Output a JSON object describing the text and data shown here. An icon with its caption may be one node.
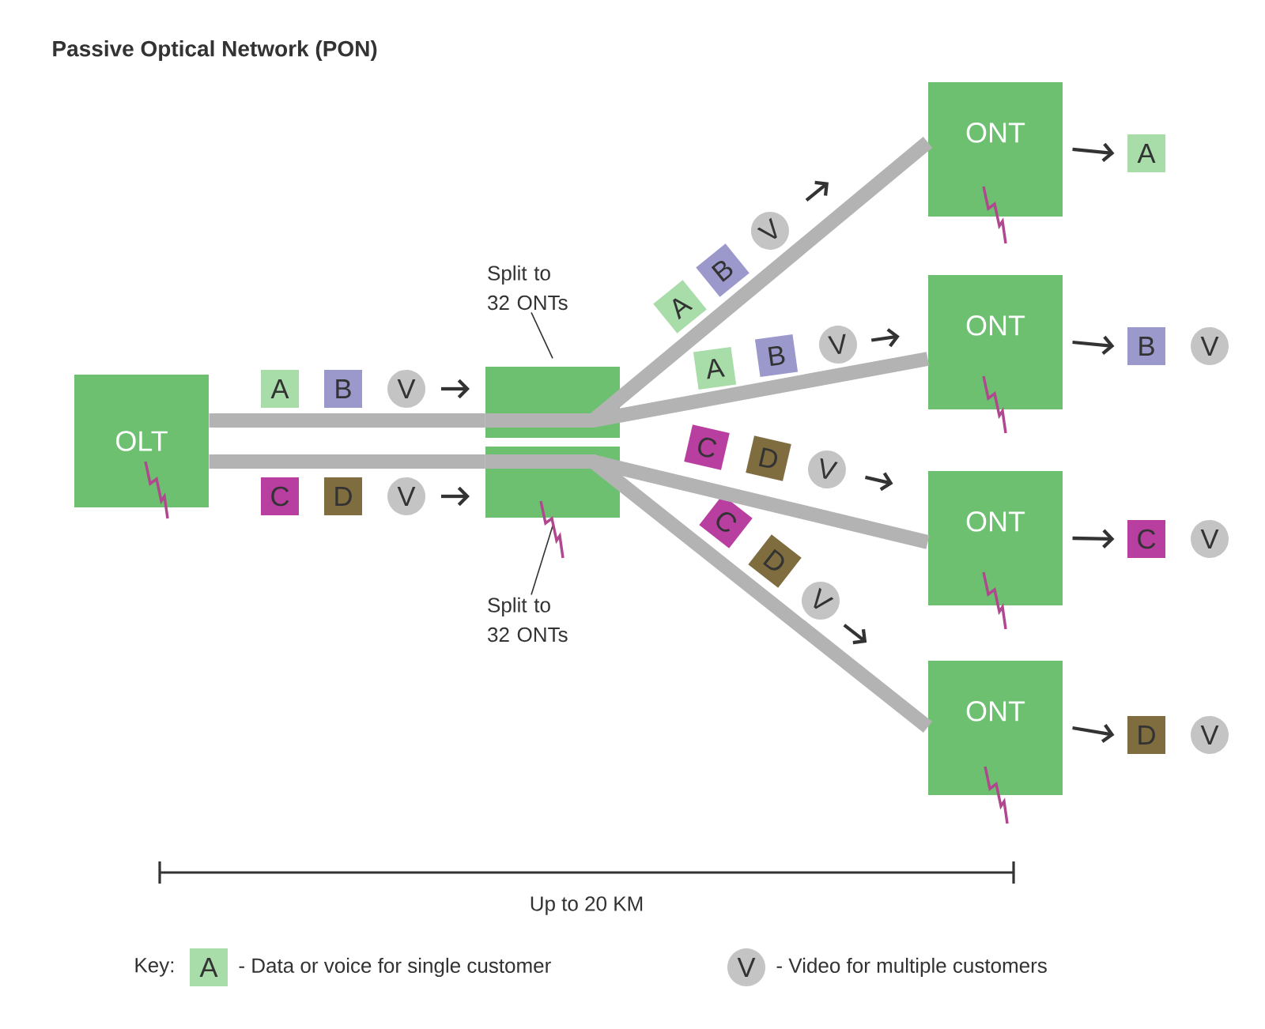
{
  "diagram": {
    "title": "Passive Optical Network (PON)",
    "nodes": [
      {
        "text": [
          "OLT"
        ]
      },
      {
        "text": [
          "Split to 32 ONTs"
        ]
      },
      {
        "text": [],
        "shape": "box"
      },
      {
        "text": [],
        "shape": "box"
      },
      {
        "text": [
          "Split to 32 ONTs"
        ]
      },
      {
        "text": [
          "ONT"
        ]
      },
      {
        "text": [
          "ONT"
        ]
      },
      {
        "text": [
          "ONT"
        ]
      },
      {
        "text": [
          "ONT"
        ]
      },
      {
        "text": [
          "A"
        ]
      },
      {
        "text": [
          "B"
        ]
      },
      {
        "text": [
          "V"
        ]
      },
      {
        "text": [
          "C"
        ]
      },
      {
        "text": [
          "D"
        ]
      },
      {
        "text": [
          "V"
        ]
      },
      {
        "text": [
          "A"
        ]
      },
      {
        "text": [
          "B"
        ]
      },
      {
        "text": [
          "V"
        ]
      },
      {
        "text": [
          "A"
        ]
      },
      {
        "text": [
          "B"
        ]
      },
      {
        "text": [
          "V"
        ]
      },
      {
        "text": [
          "C"
        ]
      },
      {
        "text": [
          "D"
        ]
      },
      {
        "text": [
          "V"
        ]
      },
      {
        "text": [
          "C"
        ]
      },
      {
        "text": [
          "D"
        ]
      },
      {
        "text": [
          "V"
        ]
      },
      {
        "text": [
          "A"
        ]
      },
      {
        "text": [
          "B"
        ]
      },
      {
        "text": [
          "V"
        ]
      },
      {
        "text": [
          "C"
        ]
      },
      {
        "text": [
          "V"
        ]
      },
      {
        "text": [
          "D"
        ]
      },
      {
        "text": [
          "V"
        ]
      }
    ],
    "edges": [
      {
        "from": 0,
        "to": 2,
        "arrow": "none",
        "style": "thick",
        "color": "#b3b3b3"
      },
      {
        "from": 0,
        "to": 3,
        "arrow": "none",
        "style": "thick",
        "color": "#b3b3b3"
      },
      {
        "from": 2,
        "to": 5,
        "arrow": "none",
        "style": "thick",
        "color": "#b3b3b3"
      },
      {
        "from": 2,
        "to": 6,
        "arrow": "none",
        "style": "thick",
        "color": "#b3b3b3"
      },
      {
        "from": 3,
        "to": 7,
        "arrow": "none",
        "style": "thick",
        "color": "#b3b3b3"
      },
      {
        "from": 3,
        "to": 8,
        "arrow": "none",
        "style": "thick",
        "color": "#b3b3b3"
      },
      {
        "from": 1,
        "to": 2,
        "arrow": "none",
        "color": "#333333"
      },
      {
        "from": 4,
        "to": 3,
        "arrow": "none",
        "color": "#333333"
      },
      {
        "from": 5,
        "to": 27,
        "arrow": "to",
        "color": "#333333"
      },
      {
        "from": 6,
        "to": 28,
        "arrow": "to",
        "color": "#333333"
      },
      {
        "from": 7,
        "to": 30,
        "arrow": "to",
        "color": "#333333"
      },
      {
        "from": 8,
        "to": 32,
        "arrow": "to",
        "color": "#333333"
      }
    ],
    "labels": [
      "Up to 20 KM",
      "Key:",
      "A",
      "V"
    ],
    "legend": [
      {
        "text": "- Data or voice for single customer",
        "color": "#a8dca8"
      },
      {
        "text": "- Video for multiple customers",
        "color": "#c4c4c4"
      }
    ]
  }
}
